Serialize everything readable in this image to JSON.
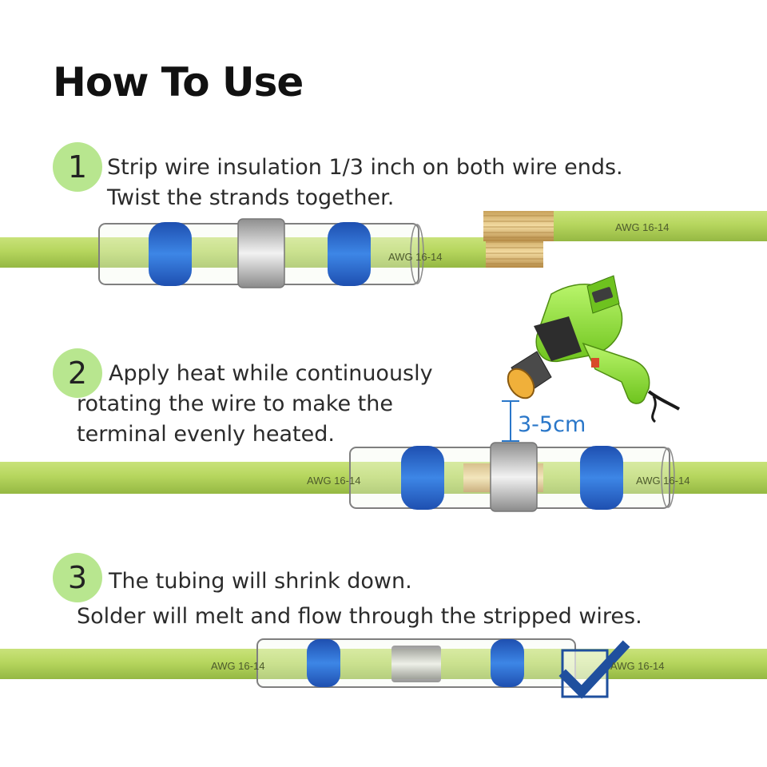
{
  "title": "How To Use",
  "steps": [
    {
      "number": "1",
      "lines": [
        "Strip wire insulation 1/3 inch on both wire ends.",
        "Twist the strands together."
      ]
    },
    {
      "number": "2",
      "lines": [
        "Apply heat while continuously",
        "rotating the wire to make the",
        "terminal evenly heated."
      ]
    },
    {
      "number": "3",
      "lines": [
        "The tubing will shrink down.",
        "Solder will melt and flow through the stripped wires."
      ]
    }
  ],
  "wire_label": "AWG 16-14",
  "distance_label": "3-5cm",
  "colors": {
    "wire": "#b6d65e",
    "ring": "#2e6ad0",
    "badge": "#b8e68f",
    "accent": "#2a77c9",
    "heatgun": "#8fe23b"
  },
  "icons": [
    "heat-gun-icon",
    "checkmark-icon"
  ]
}
